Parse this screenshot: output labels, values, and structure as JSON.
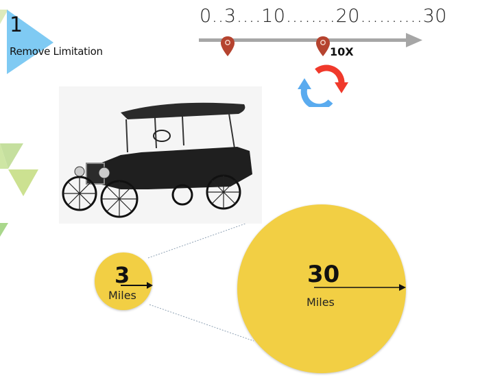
{
  "step": {
    "number": "1",
    "label": "Remove Limitation",
    "triangle_color": "#7fcaf3"
  },
  "scale": {
    "label": "0..3….10……..20……….30",
    "ticks": [
      0,
      3,
      10,
      20,
      30
    ],
    "markers": [
      {
        "value": 3,
        "icon": "map-pin-icon"
      },
      {
        "value": 20,
        "icon": "map-pin-icon"
      }
    ],
    "multiplier_label": "10X",
    "arrow_color": "#a6a6a6",
    "pin_color": "#b5432f"
  },
  "cycle_icon": {
    "name": "refresh-cycle-icon",
    "colors": [
      "#f0392b",
      "#5aabef"
    ]
  },
  "image": {
    "subject": "vintage-car-photo"
  },
  "comparison": {
    "small": {
      "value": "3",
      "unit": "Miles"
    },
    "large": {
      "value": "30",
      "unit": "Miles"
    },
    "circle_color": "#f2cf44"
  },
  "decor": {
    "triangle_colors": [
      "#c5df8f",
      "#b7d98a"
    ]
  }
}
